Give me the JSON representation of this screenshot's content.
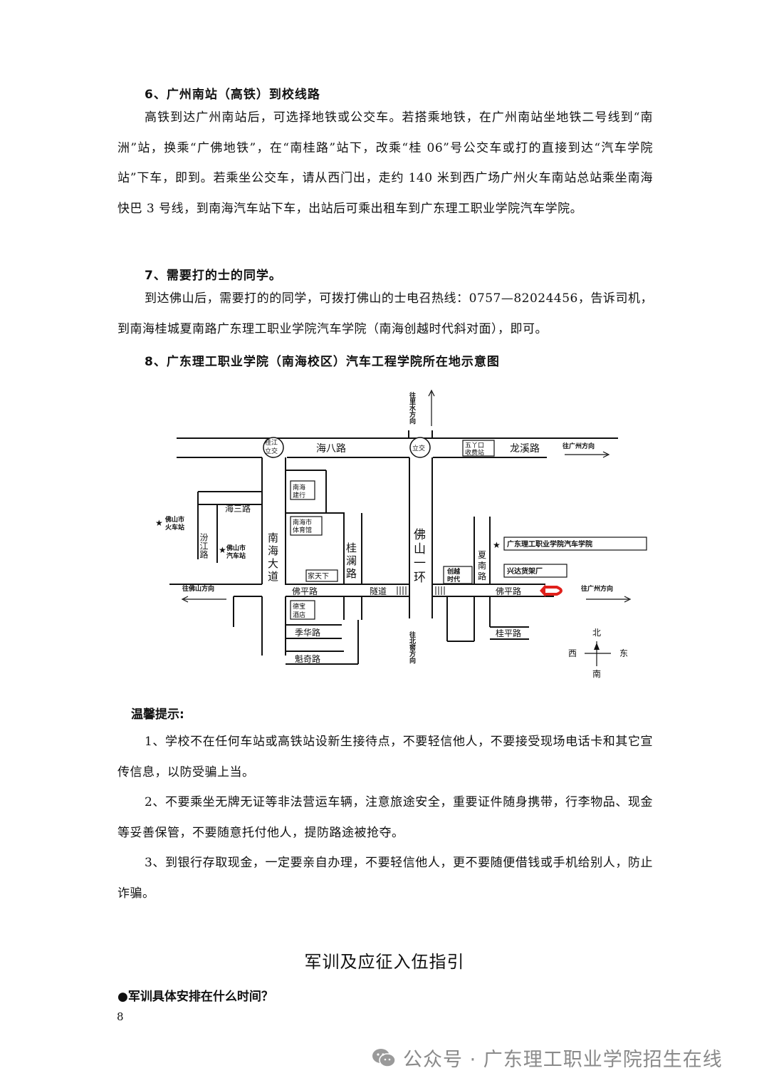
{
  "section6": {
    "heading": "6、广州南站（高铁）到校线路",
    "lines": [
      "高铁到达广州南站后，可选择地铁或公交车。若搭乘地铁，在广州南站坐地铁二号线到",
      "“南洲”站，换乘“广佛地铁”，在“南桂路”站下，改乘“桂 06”号公交车或打的直接",
      "到达“汽车学院站”下车，即到。若乘坐公交车，请从西门出，走约 140 米到西广场广州火",
      "车南站总站乘坐南海快巴 3 号线，到南海汽车站下车，出站后可乘出租车到广东理工职业学",
      "院汽车学院。"
    ]
  },
  "section7": {
    "heading": "7、需要打的士的同学。",
    "lines": [
      "到达佛山后，需要打的的同学，可拨打佛山的士电召热线：0757—82024456，告诉司机，",
      "到南海桂城夏南路广东理工职业学院汽车学院（南海创越时代斜对面），即可。"
    ]
  },
  "section8": {
    "heading": "8、广东理工职业学院（南海校区）汽车工程学院所在地示意图"
  },
  "map": {
    "roads": {
      "hai8": "海八路",
      "longxi": "龙溪路",
      "hai3": "海三路",
      "fenjiang": "汾江路",
      "nanhai_1": "南",
      "nanhai_2": "海",
      "nanhai_3": "大",
      "nanhai_4": "道",
      "guilan_1": "桂",
      "guilan_2": "澜",
      "guilan_3": "路",
      "foshan1_1": "佛",
      "foshan1_2": "山",
      "foshan1_3": "一",
      "foshan1_4": "环",
      "xianan_1": "夏",
      "xianan_2": "南",
      "xianan_3": "路",
      "foping_w": "佛平路",
      "foping_e": "佛平路",
      "suidao": "隧道",
      "jihua": "季华路",
      "kuiqi": "魁奇路",
      "guiping": "桂平路"
    },
    "places": {
      "guijiang_1": "桂江",
      "guijiang_2": "立交",
      "lijiao": "立交",
      "wugeng_1": "五丫口",
      "wugeng_2": "收费站",
      "nhjianhang_1": "南海",
      "nhjianhang_2": "建行",
      "tiyu_1": "南海市",
      "tiyu_2": "体育馆",
      "jiatianxia": "家天下",
      "huoche_1": "佛山市",
      "huoche_2": "火车站",
      "qiche_1": "佛山市",
      "qiche_2": "汽车站",
      "chuangyue_1": "创越",
      "chuangyue_2": "时代",
      "xingda": "兴达货架厂",
      "school": "广东理工职业学院汽车学院",
      "debao_1": "德宝",
      "debao_2": "酒店"
    },
    "directions": {
      "north": "往里水方向",
      "south": "往北窖方向",
      "gz_top": "往广州方向",
      "gz_mid": "往广州方向",
      "foshan": "往佛山方向"
    },
    "compass": {
      "n": "北",
      "s": "南",
      "e": "东",
      "w": "西"
    }
  },
  "tips": {
    "title": "温馨提示:",
    "items": [
      "1、学校不在任何车站或高铁站设新生接待点，不要轻信他人，不要接受现场电话卡和其它宣传信息，以防受骗上当。",
      "2、不要乘坐无牌无证等非法营运车辆，注意旅途安全，重要证件随身携带，行李物品、现金等妥善保管，不要随意托付他人，提防路途被抢夺。",
      "3、到银行存取现金，一定要亲自办理，不要轻信他人，更不要随便借钱或手机给别人，防止诈骗。"
    ]
  },
  "military": {
    "title": "军训及应征入伍指引",
    "question": "●军训具体安排在什么时间？"
  },
  "page_number": "8",
  "watermark": {
    "text": "公众号 · 广东理工职业学院招生在线",
    "icon": "wechat-icon"
  },
  "colors": {
    "star": "#e0201b",
    "arrow": "#e0201b",
    "watermark": "#8a8a8a"
  }
}
